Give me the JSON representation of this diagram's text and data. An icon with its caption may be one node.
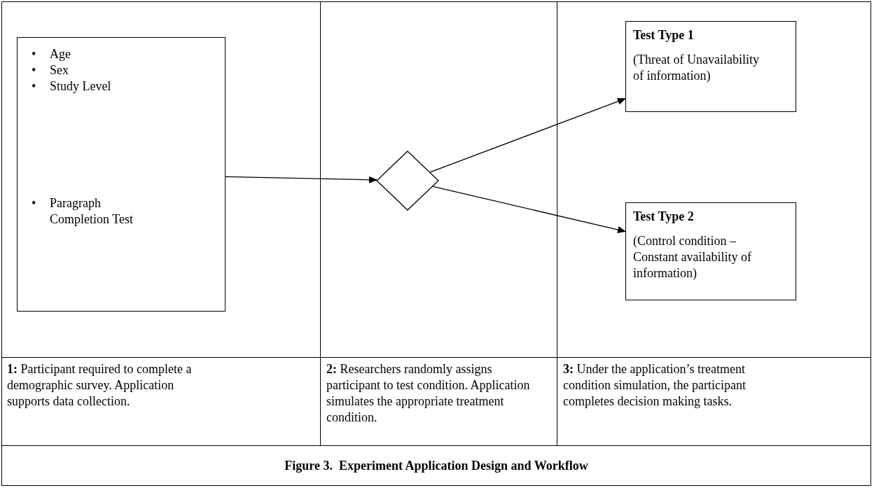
{
  "diagram": {
    "caption": "Figure 3.  Experiment Application Design and Workflow",
    "nodes": [
      {
        "text": [
          "• Age",
          "• Sex",
          "• Study Level",
          "• Paragraph Completion Test"
        ]
      },
      {
        "text": [],
        "shape": "diamond"
      },
      {
        "text": [
          "Test Type 1",
          "(Threat of Unavailability of information)"
        ]
      },
      {
        "text": [
          "Test Type 2",
          "(Control condition – Constant availability of information)"
        ]
      }
    ],
    "edges": [
      {
        "from": 0,
        "to": 1,
        "arrow": "to"
      },
      {
        "from": 1,
        "to": 2,
        "arrow": "to"
      },
      {
        "from": 1,
        "to": 3,
        "arrow": "to"
      }
    ],
    "labels": [
      "**1:** Participant required to complete a demographic survey. Application supports data collection.",
      "**2:** Researchers randomly assigns participant to test condition. Application simulates the appropriate treatment condition.",
      "**3:** Under the application’s treatment condition simulation, the participant completes decision making tasks."
    ]
  }
}
